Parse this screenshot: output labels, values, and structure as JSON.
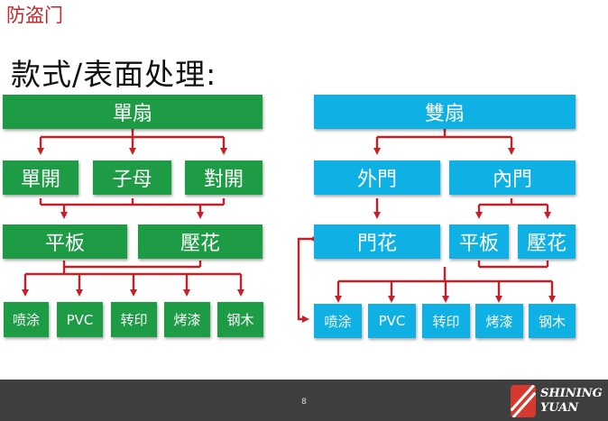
{
  "title": "防盗门",
  "subtitle": "款式/表面处理:",
  "left": {
    "root": "單扇",
    "types": [
      "單開",
      "子母",
      "對開"
    ],
    "styles": [
      "平板",
      "壓花"
    ],
    "finishes": [
      "喷涂",
      "PVC",
      "转印",
      "烤漆",
      "钢木"
    ]
  },
  "right": {
    "root": "雙扇",
    "types": [
      "外門",
      "內門"
    ],
    "styles": [
      "門花",
      "平板",
      "壓花"
    ],
    "finishes": [
      "喷涂",
      "PVC",
      "转印",
      "烤漆",
      "钢木"
    ]
  },
  "footer": {
    "page_number": "8",
    "logo_text": [
      "SHINING",
      "YUAN"
    ]
  },
  "colors": {
    "title": "#c0282d",
    "left_boxes": "#1d9b45",
    "right_boxes": "#0fb0e3",
    "connectors": "#c62026",
    "footer": "#3f3f3f"
  }
}
